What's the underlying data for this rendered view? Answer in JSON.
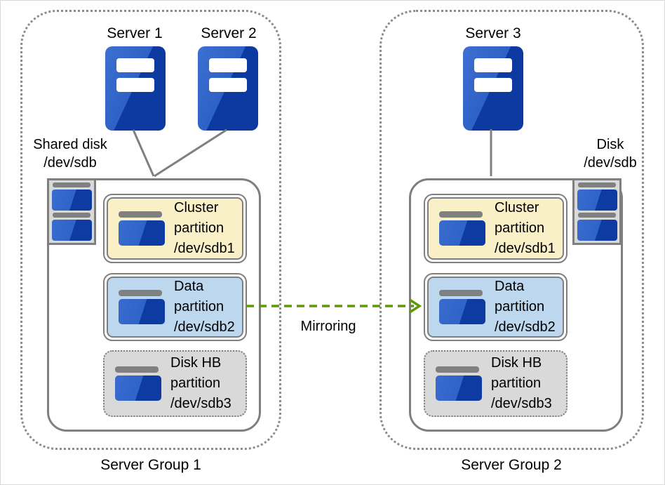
{
  "groups": [
    {
      "label": "Server Group 1",
      "servers": [
        "Server 1",
        "Server 2"
      ],
      "disk_label": [
        "Shared disk",
        "/dev/sdb"
      ],
      "partitions": [
        {
          "lines": [
            "Cluster",
            "partition",
            "/dev/sdb1"
          ]
        },
        {
          "lines": [
            "Data",
            "partition",
            "/dev/sdb2"
          ]
        },
        {
          "lines": [
            "Disk HB",
            "partition",
            "/dev/sdb3"
          ]
        }
      ]
    },
    {
      "label": "Server Group 2",
      "servers": [
        "Server 3"
      ],
      "disk_label": [
        "Disk",
        "/dev/sdb"
      ],
      "partitions": [
        {
          "lines": [
            "Cluster",
            "partition",
            "/dev/sdb1"
          ]
        },
        {
          "lines": [
            "Data",
            "partition",
            "/dev/sdb2"
          ]
        },
        {
          "lines": [
            "Disk HB",
            "partition",
            "/dev/sdb3"
          ]
        }
      ]
    }
  ],
  "mirroring": {
    "label": "Mirroring",
    "color": "#5C9B01"
  },
  "colors": {
    "cluster_partition_fill": "#FAF0C8",
    "data_partition_fill": "#BDD7EE",
    "diskhb_partition_fill": "#D9D9D9",
    "server_blue": "#2E61C5",
    "server_blue_dark": "#0C3AA0",
    "outline_gray": "#7F7F7F",
    "group_border_gray": "#8C8C8C"
  }
}
